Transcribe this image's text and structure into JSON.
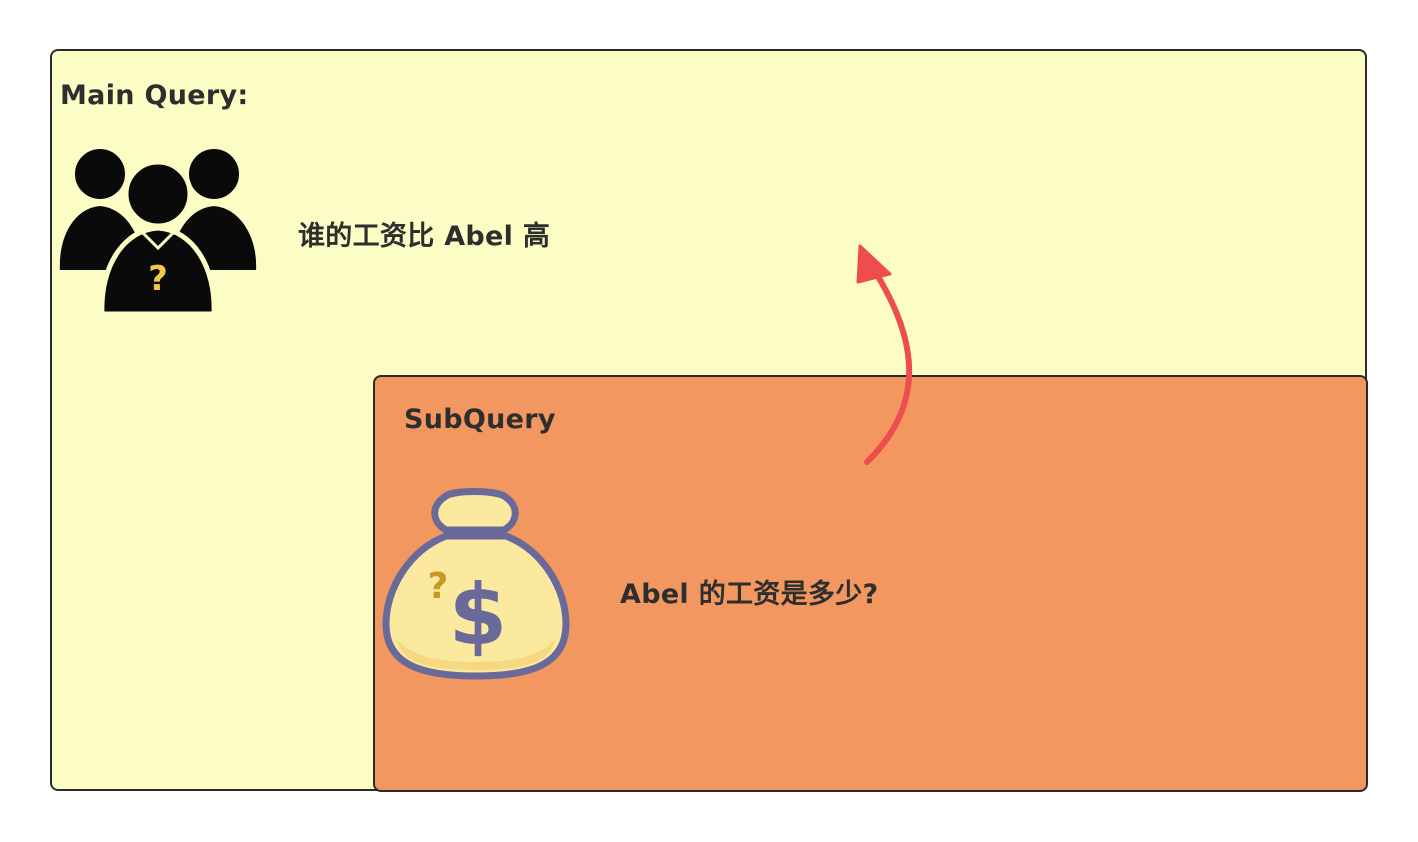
{
  "main_query": {
    "title": "Main Query:",
    "question": "谁的工资比 Abel 高",
    "icon": "people-group-question-icon"
  },
  "sub_query": {
    "title": "SubQuery",
    "question": "Abel 的工资是多少?",
    "icon": "money-bag-question-icon"
  },
  "colors": {
    "main_bg": "#fbfdc4",
    "sub_bg": "#f2975f",
    "arrow": "#ee4d4d",
    "border": "#2b2b2b"
  }
}
